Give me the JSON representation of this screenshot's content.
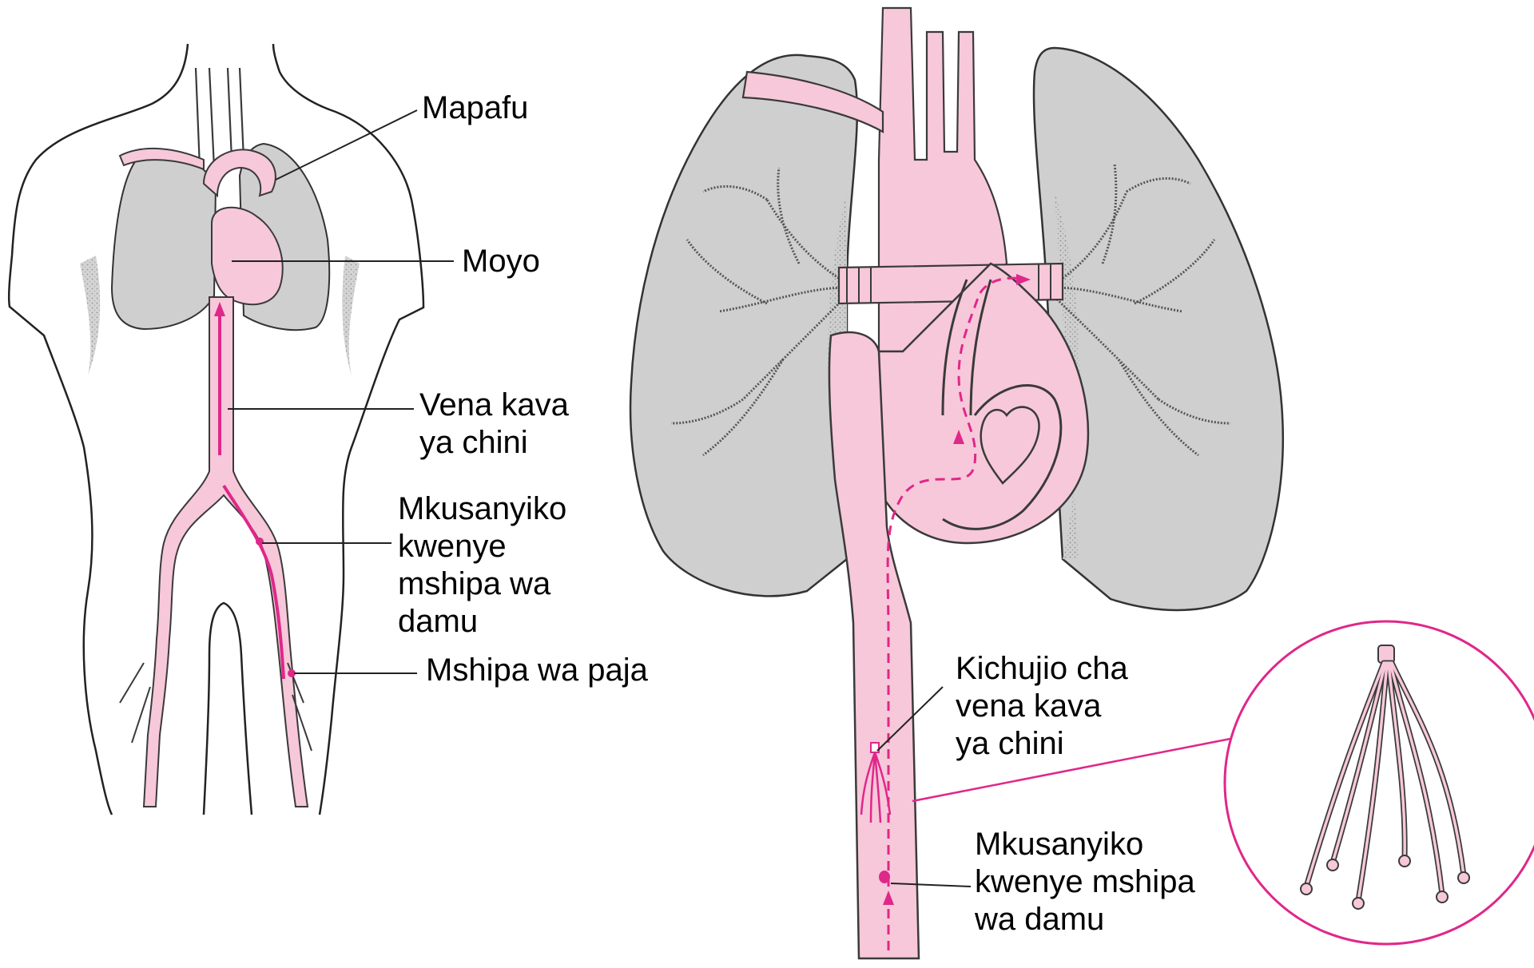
{
  "colors": {
    "vessel_fill": "#f7c8d9",
    "vessel_stroke": "#3a3a3a",
    "accent": "#e0278a",
    "lung_fill": "#cfcfcf",
    "outline": "#222222",
    "background": "#ffffff"
  },
  "body_labels": {
    "lungs": "Mapafu",
    "heart": "Moyo",
    "ivc": [
      "Vena kava",
      "ya chini"
    ],
    "clot": [
      "Mkusanyiko",
      "kwenye",
      "mshipa wa",
      "damu"
    ],
    "femoral_vein": "Mshipa wa paja"
  },
  "heart_labels": {
    "filter": [
      "Kichujio cha",
      "vena kava",
      "ya chini"
    ],
    "clot": [
      "Mkusanyiko",
      "kwenye mshipa",
      "wa damu"
    ]
  }
}
